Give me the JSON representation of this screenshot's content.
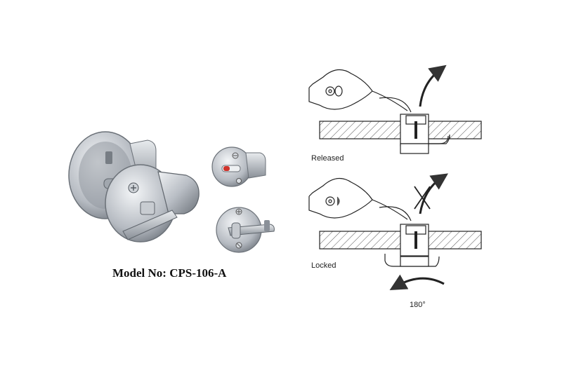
{
  "product": {
    "model_label": "Model No: CPS-106-A"
  },
  "diagram": {
    "released_label": "Released",
    "locked_label": "Locked",
    "rotation_label": "180°"
  },
  "colors": {
    "metal_light": "#d9dde2",
    "metal_mid": "#a9aeb5",
    "metal_dark": "#6f757c",
    "indicator_red": "#d0342c",
    "line": "#222222"
  }
}
